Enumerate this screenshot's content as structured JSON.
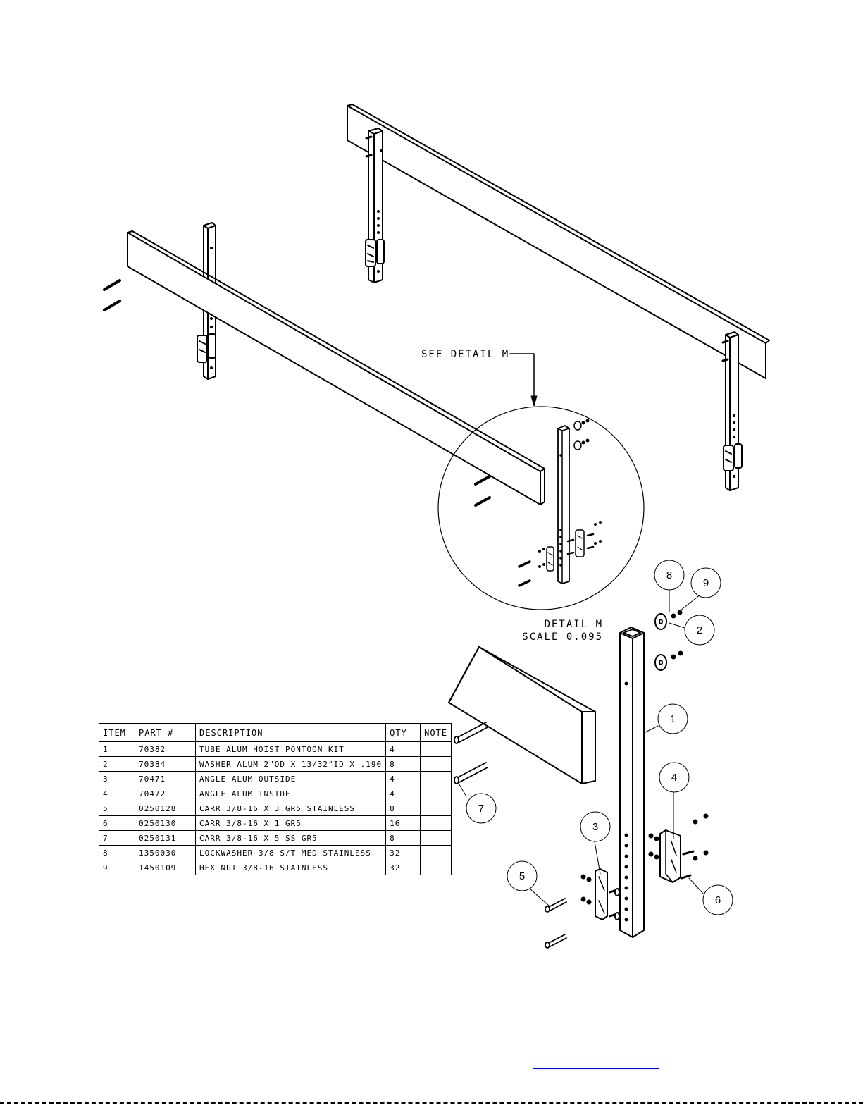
{
  "detail_callout": {
    "see_detail": "SEE DETAIL  M"
  },
  "detail_caption": {
    "title": "DETAIL  M",
    "scale": "SCALE  0.095"
  },
  "balloons": [
    "1",
    "2",
    "3",
    "4",
    "5",
    "6",
    "7",
    "8",
    "9"
  ],
  "parts_table": {
    "headers": {
      "item": "ITEM",
      "part": "PART #",
      "description": "DESCRIPTION",
      "qty": "QTY",
      "note": "NOTE"
    },
    "rows": [
      {
        "item": "1",
        "part": "70382",
        "description": "TUBE ALUM HOIST PONTOON KIT",
        "qty": "4",
        "note": ""
      },
      {
        "item": "2",
        "part": "70384",
        "description": "WASHER ALUM 2\"OD X 13/32\"ID X .190",
        "qty": "8",
        "note": ""
      },
      {
        "item": "3",
        "part": "70471",
        "description": "ANGLE ALUM OUTSIDE",
        "qty": "4",
        "note": ""
      },
      {
        "item": "4",
        "part": "70472",
        "description": "ANGLE ALUM INSIDE",
        "qty": "4",
        "note": ""
      },
      {
        "item": "5",
        "part": "0250128",
        "description": "CARR 3/8-16 X 3 GR5 STAINLESS",
        "qty": "8",
        "note": ""
      },
      {
        "item": "6",
        "part": "0250130",
        "description": "CARR 3/8-16 X 1 GR5",
        "qty": "16",
        "note": ""
      },
      {
        "item": "7",
        "part": "0250131",
        "description": "CARR 3/8-16 X 5 SS GR5",
        "qty": "8",
        "note": ""
      },
      {
        "item": "8",
        "part": "1350030",
        "description": "LOCKWASHER 3/8 S/T MED STAINLESS",
        "qty": "32",
        "note": ""
      },
      {
        "item": "9",
        "part": "1450109",
        "description": "HEX NUT 3/8-16 STAINLESS",
        "qty": "32",
        "note": ""
      }
    ]
  }
}
